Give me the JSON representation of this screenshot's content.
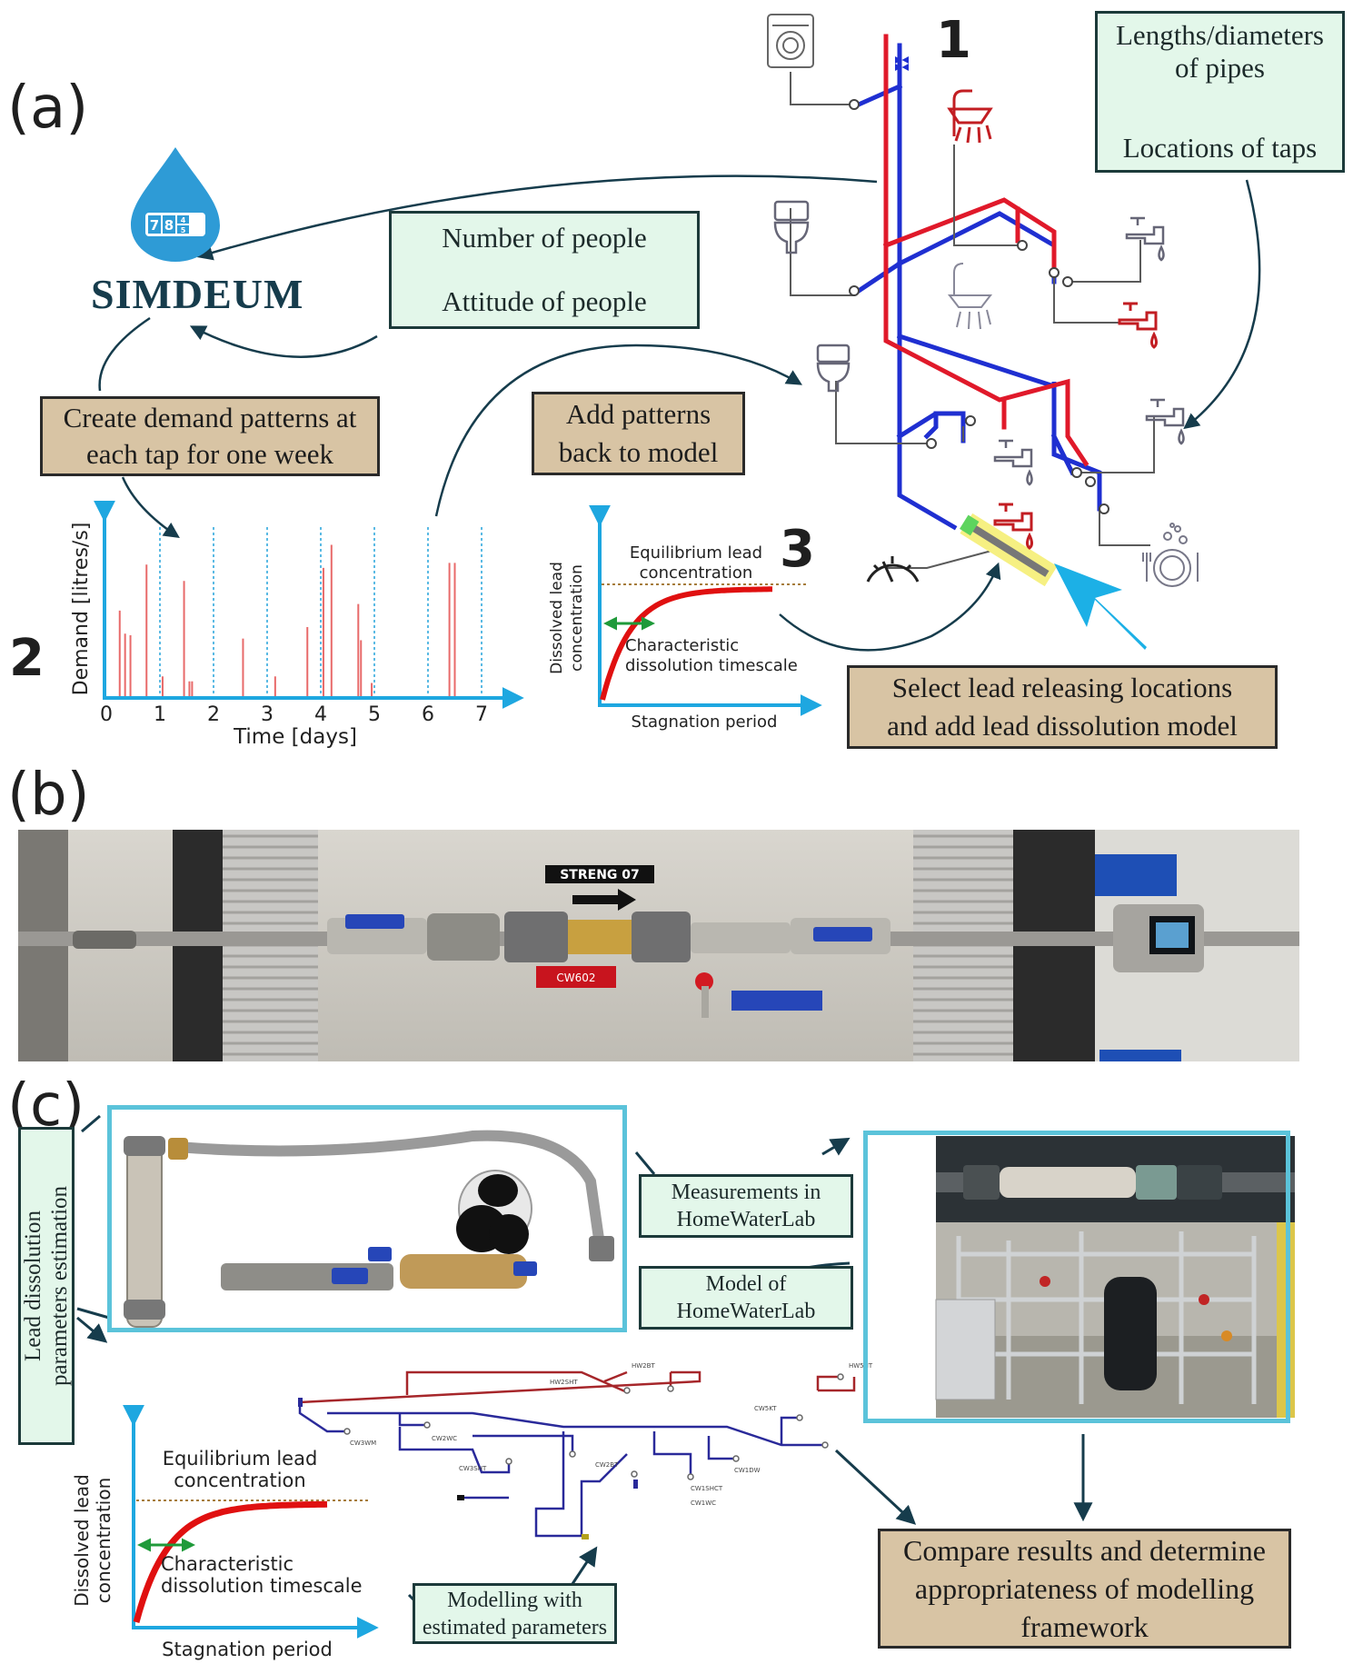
{
  "colors": {
    "cold_pipe": "#1f2fd1",
    "hot_pipe": "#e0192a",
    "axis": "#1ea7e0",
    "demand_bar": "#e86a6a",
    "curve": "#e01010",
    "arrow_dark": "#163c4c",
    "green_box": "#e3f7ea",
    "tan_box": "#d8c4a4",
    "cyan_frame": "#5bc3da",
    "highlight": "#f6f082"
  },
  "panels": {
    "a": "(a)",
    "b": "(b)",
    "c": "(c)"
  },
  "simdeum": {
    "name": "SIMDEUM",
    "logo_digits": [
      "7",
      "8",
      "4",
      "5"
    ],
    "logo_icon": "water-drop-meter-icon"
  },
  "numbers": {
    "n1": "1",
    "n2": "2",
    "n3": "3"
  },
  "boxes": {
    "pipes_line1": "Lengths/diameters",
    "pipes_line2": "of pipes",
    "taps": "Locations of taps",
    "people_number": "Number of people",
    "people_attitude": "Attitude of people",
    "demand_line1": "Create demand patterns at",
    "demand_line2": "each tap for one week",
    "add_line1": "Add patterns",
    "add_line2": "back to model",
    "select_line1": "Select lead releasing locations",
    "select_line2": "and add lead dissolution model",
    "meas_line1": "Measurements in",
    "meas_line2": "HomeWaterLab",
    "model_line1": "Model of",
    "model_line2": "HomeWaterLab",
    "lead_line1": "Lead dissolution",
    "lead_line2": "parameters estimation",
    "modelling_line1": "Modelling with",
    "modelling_line2": "estimated parameters",
    "compare_line1": "Compare results and determine",
    "compare_line2": "appropriateness of modelling",
    "compare_line3": "framework"
  },
  "icons": [
    "washing-machine-icon",
    "shower-icon",
    "toilet-icon",
    "tap-icon",
    "dishwasher-icon",
    "pressure-gauge-icon"
  ],
  "photo_b": {
    "label_top": "STRENG 07",
    "red_tag": "CW602"
  },
  "network_labels": [
    "HW2BT",
    "HW2SHT",
    "HW5HT",
    "CW3WM",
    "CW2WC",
    "CW5KT",
    "CW3SHT",
    "CW2BT",
    "CW1SHCT",
    "CW1DW",
    "CW1WC"
  ],
  "chart_data": [
    {
      "type": "bar",
      "title": "",
      "xlabel": "Time [days]",
      "ylabel": "Demand [litres/s]",
      "xlim": [
        0,
        7
      ],
      "xticks": [
        0,
        1,
        2,
        3,
        4,
        5,
        6,
        7
      ],
      "dashed_day_lines": [
        1,
        2,
        3,
        4,
        5,
        6,
        7
      ],
      "x": [
        0.25,
        0.35,
        0.45,
        0.75,
        1.05,
        1.45,
        1.55,
        1.6,
        2.55,
        3.15,
        3.75,
        4.05,
        4.2,
        4.7,
        4.75,
        4.95,
        6.4,
        6.5
      ],
      "values": [
        0.52,
        0.38,
        0.37,
        0.8,
        0.12,
        0.7,
        0.09,
        0.09,
        0.35,
        0.12,
        0.42,
        0.78,
        0.92,
        0.56,
        0.34,
        0.08,
        0.81,
        0.81
      ]
    },
    {
      "type": "line",
      "xlabel": "Stagnation period",
      "ylabel": "Dissolved lead concentration",
      "annotations": [
        "Equilibrium lead concentration",
        "Characteristic dissolution timescale"
      ],
      "model": "saturating exponential approaching equilibrium"
    },
    {
      "type": "line",
      "xlabel": "Stagnation period",
      "ylabel": "Dissolved lead concentration",
      "annotations": [
        "Equilibrium lead concentration",
        "Characteristic dissolution timescale"
      ],
      "model": "saturating exponential approaching equilibrium"
    }
  ]
}
